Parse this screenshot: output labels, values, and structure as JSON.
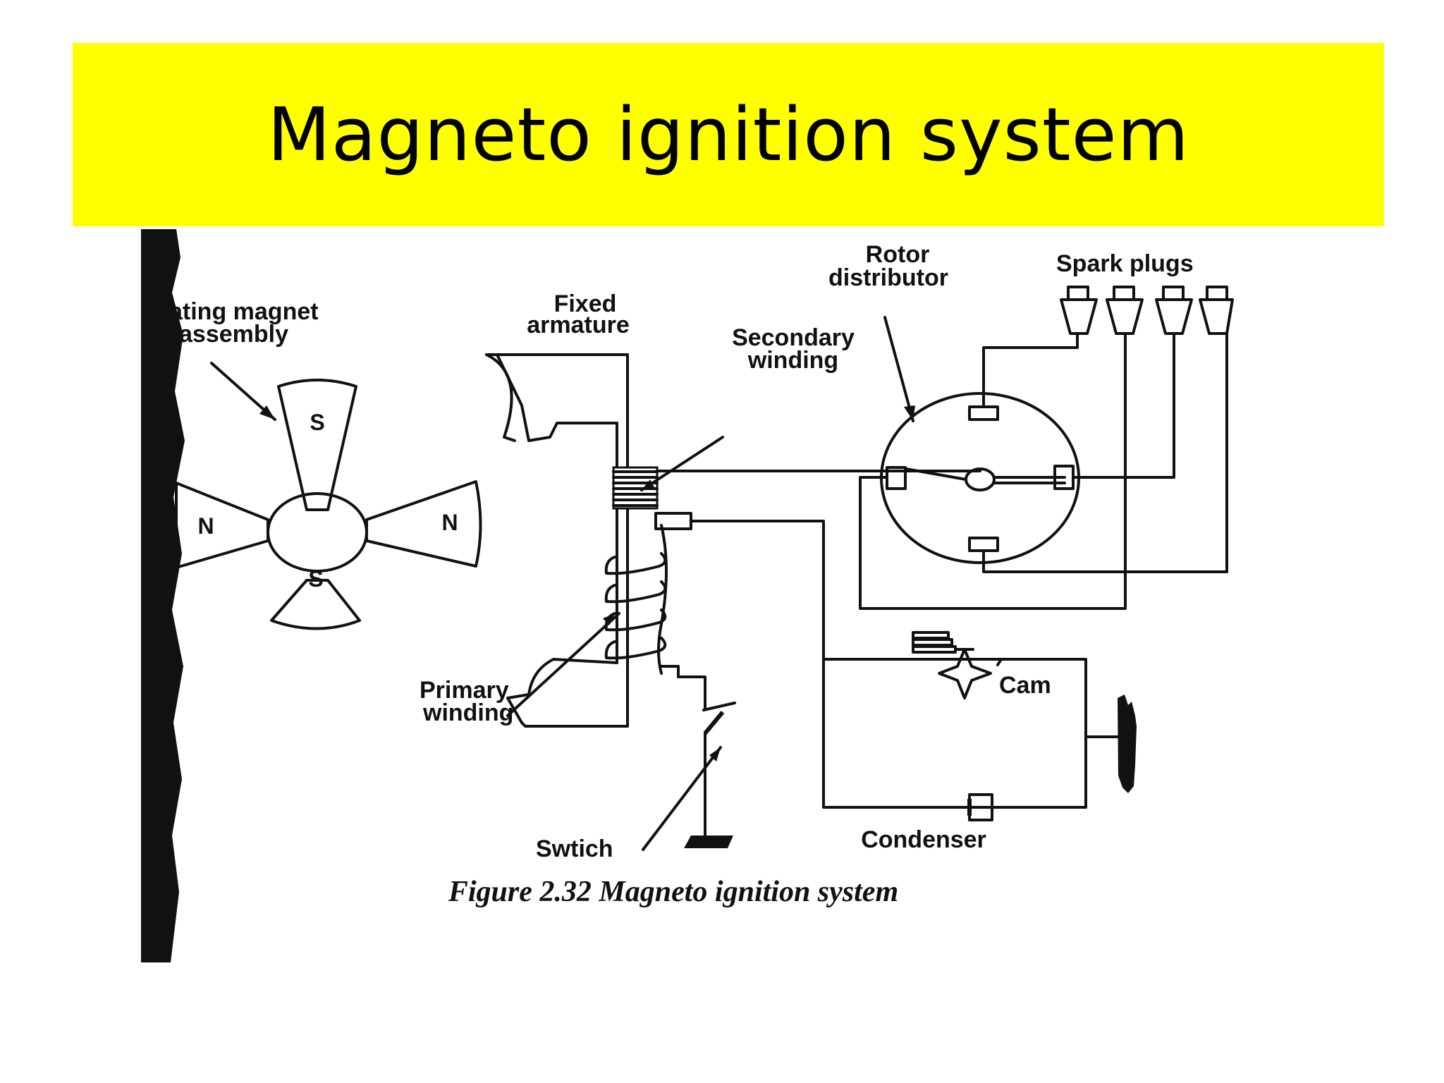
{
  "slide": {
    "title": "Magneto ignition system",
    "banner_color": "#ffff00"
  },
  "diagram": {
    "labels": {
      "rotating_magnet": [
        "ating magnet",
        "assembly"
      ],
      "fixed_armature": [
        "Fixed",
        "armature"
      ],
      "secondary_winding": [
        "Secondary",
        "winding"
      ],
      "rotor_distributor": [
        "Rotor",
        "distributor"
      ],
      "spark_plugs": "Spark plugs",
      "primary_winding": [
        "Primary",
        "winding"
      ],
      "cam": "Cam",
      "switch": "Swtich",
      "condenser": "Condenser"
    },
    "poles": {
      "top": "S",
      "bottom": "S",
      "left": "N",
      "right": "N"
    },
    "caption": "Figure 2.32 Magneto ignition system"
  }
}
